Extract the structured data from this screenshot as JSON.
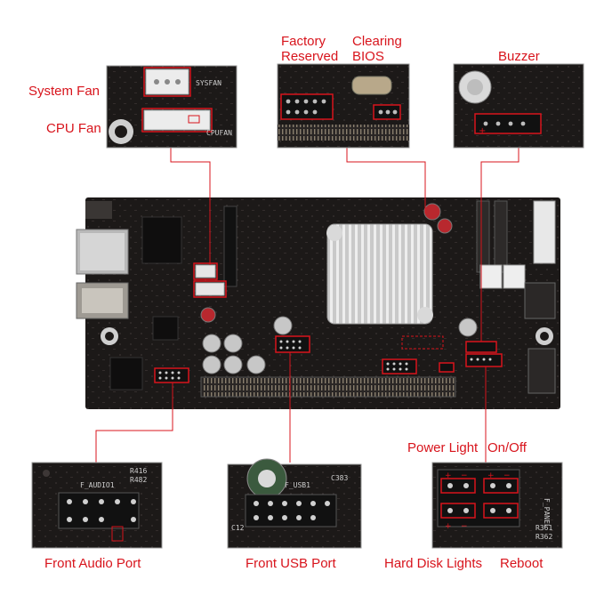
{
  "labels": {
    "system_fan": "System Fan",
    "cpu_fan": "CPU Fan",
    "factory_reserved_line1": "Factory",
    "factory_reserved_line2": "Reserved",
    "clearing_bios_line1": "Clearing",
    "clearing_bios_line2": "BIOS",
    "buzzer": "Buzzer",
    "power_light": "Power Light",
    "on_off": "On/Off",
    "front_audio_port": "Front Audio Port",
    "front_usb_port": "Front USB Port",
    "hard_disk_lights": "Hard Disk Lights",
    "reboot": "Reboot"
  },
  "silkscreen": {
    "sysfan": "SYSFAN",
    "cpufan": "CPUFAN",
    "f_audio": "F_AUDIO1",
    "f_usb": "F_USB1",
    "f_panel": "F_PANEL",
    "r416": "R416",
    "r482": "R482",
    "c383": "C383",
    "r361": "R361",
    "r362": "R362",
    "c12": "C12"
  },
  "colors": {
    "accent": "#d8141c",
    "pcb": "#1a1716",
    "leader": "#d8141c"
  }
}
